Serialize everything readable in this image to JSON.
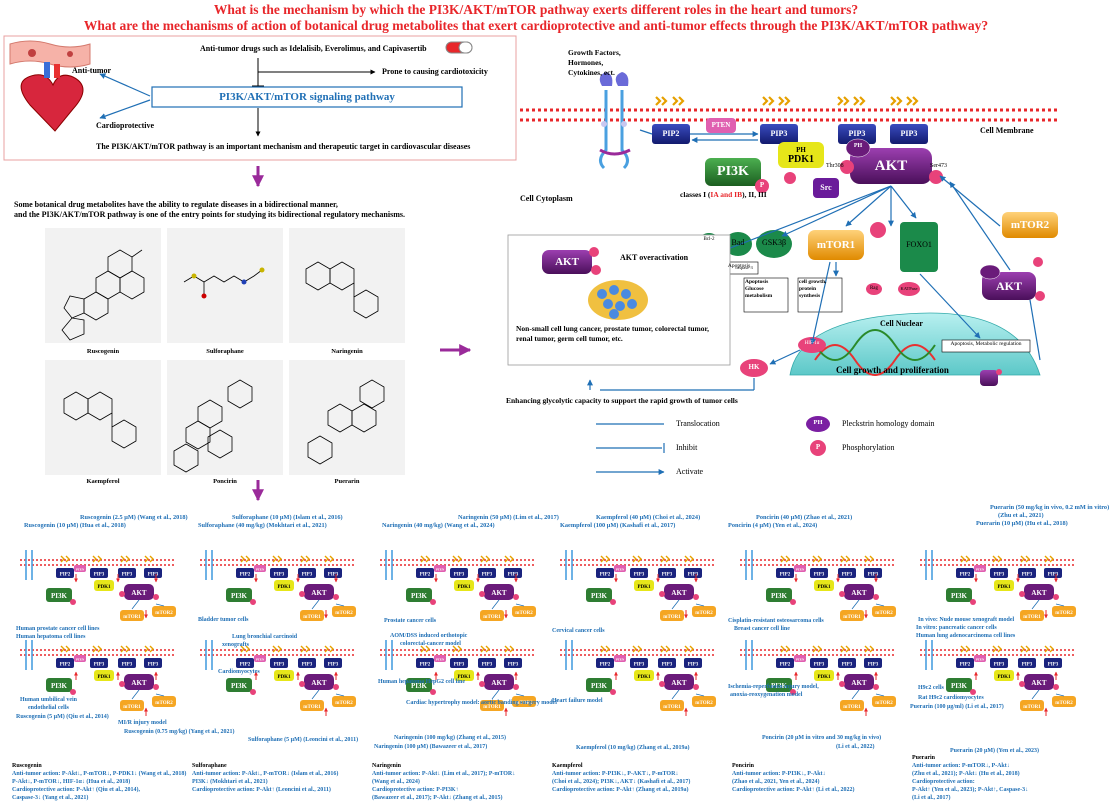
{
  "title": {
    "q1": "What is the mechanism by which the PI3K/AKT/mTOR pathway exerts different roles in the heart and tumors?",
    "q2": "What are the mechanisms of action of botanical drug metabolites that exert cardioprotective and anti-tumor effects through the PI3K/AKT/mTOR pathway?"
  },
  "intro": {
    "drugs": "Anti-tumor drugs such as Idelalisib, Everolimus, and Capivasertib",
    "anti_tumor": "Anti-tumor",
    "cardiotox": "Prone to causing cardiotoxicity",
    "pathway": "PI3K/AKT/mTOR signaling pathway",
    "cardioprotective": "Cardioprotective",
    "summary": "The PI3K/AKT/mTOR pathway is an important mechanism and therapeutic target in cardiovascular diseases"
  },
  "bidirectional": {
    "line1": "Some botanical drug metabolites have the ability to regulate diseases in a bidirectional manner,",
    "line2": "and the PI3K/AKT/mTOR pathway is one of the entry points for studying its bidirectional regulatory mechanisms."
  },
  "molecules": [
    "Ruscogenin",
    "Sulforaphane",
    "Naringenin",
    "Kaempferol",
    "Poncirin",
    "Puerarin"
  ],
  "pathway": {
    "growth": [
      "Growth Factors,",
      "Hormones,",
      "Cytokines, ect."
    ],
    "membrane": "Cell Membrane",
    "cytoplasm": "Cell Cytoplasm",
    "pip2": "PIP2",
    "pip3": "PIP3",
    "pten": "PTEN",
    "pi3k": "PI3K",
    "pdk1": "PDK1",
    "ph": "PH",
    "akt": "AKT",
    "p": "P",
    "src": "Src",
    "thr": "Thr308",
    "ser": "Ser473",
    "classes_a": "classes I (",
    "classes_b": "IA and IB",
    "classes_c": "), II, III",
    "mtor2": "mTOR2",
    "mtor1": "mTOR1",
    "gsk": "GSK3β",
    "bad": "Bad",
    "bcl": "Bcl-2",
    "casp": "caspase-3",
    "foxo": "FOXO1",
    "rag": "Rag",
    "katp": "KATPase",
    "apoptosis": "Apoptosis",
    "apop_glu": [
      "Apoptosis",
      "Glucose",
      "metabolism"
    ],
    "growth_box": [
      "cell growth,",
      "protein",
      "synthesis"
    ],
    "hif": "HIF-1α",
    "hk": "HK",
    "nuclear": "Cell Nuclear",
    "apop_meta": "Apoptosis, Metabolic regulation",
    "proliferation": "Cell growth and proliferation",
    "overact": "AKT overactivation",
    "cancers": "Non-small cell lung cancer, prostate tumor, colorectal tumor, renal tumor, germ cell tumor, etc.",
    "glycolytic": "Enhancing glycolytic capacity  to support the rapid growth of tumor cells"
  },
  "legend": {
    "translocation": "Translocation",
    "inhibit": "Inhibit",
    "activate": "Activate",
    "ph": "Pleckstrin homology domain",
    "p": "Phosphorylation"
  },
  "panels": [
    {
      "name": "Ruscogenin",
      "top": [
        "Ruscogenin (2.5 μM)  (Wang et al., 2018)",
        "Ruscogenin (10 μM)  (Hua et al., 2018)"
      ],
      "labels": [
        "Human prostate cancer cell lines",
        "Human hepatoma cell lines",
        "Human umbilical vein",
        "endothelial cells",
        "Ruscogenin (5 μM)  (Qiu et al., 2014)",
        "MI/R injury model",
        "Ruscogenin (0.75 mg/kg) (Yang et al., 2021)"
      ],
      "summary": [
        "Ruscogenin",
        "Anti-tumor action: P-Akt↓, P-mTOR↓, P-PDK1↓ (Wang et al., 2018)",
        "P-Akt↓, P-mTOR↓, HIF-1α↓ (Hua et al., 2018)",
        "Cardioprotective action: P-Akt↑ (Qiu et al., 2014),",
        "Caspase-3↓ (Yang et al., 2021)"
      ]
    },
    {
      "name": "Sulforaphane",
      "top": [
        "Sulforaphane (10 μM) (Islam et al., 2016)",
        "Sulforaphane (40 mg/kg) (Mokhtari et al., 2021)"
      ],
      "labels": [
        "Bladder tumor cells",
        "Lung bronchial carcinoid",
        "xenografts",
        "Cardiomyocytes",
        "Sulforaphane (5 μM) (Leoncini et al., 2011)"
      ],
      "summary": [
        "Sulforaphane",
        "Anti-tumor action: P-Akt↓, P-mTOR↓ (Islam et al., 2016)",
        "PI3K↓ (Mokhtari et al., 2021)",
        "Cardioprotective action: P-Akt↑ (Leoncini et al., 2011)"
      ]
    },
    {
      "name": "Naringenin",
      "top": [
        "Naringenin (50 μM) (Lim et al., 2017)",
        "Naringenin (40 mg/kg) (Wang et al., 2024)"
      ],
      "labels": [
        "Prostate cancer cells",
        "AOM/DSS  induced orthotopic",
        "colorectal-cancer model",
        "Human hepatoma HepG2 cell line",
        "Cardiac hypertrophy model: aortic banding surgery model",
        "Naringenin (100 mg/kg) (Zhang et al., 2015)",
        "Naringenin (100 μM) (Bawazeer et al., 2017)"
      ],
      "summary": [
        "Naringenin",
        "Anti-tumor action: P-Akt↓ (Lim et al., 2017); P-mTOR↓",
        "(Wang et al., 2024)",
        "Cardioprotective action: P-PI3K↑",
        "(Bawazeer et al., 2017); P-Akt↓ (Zhang et al., 2015)"
      ]
    },
    {
      "name": "Kaempferol",
      "top": [
        "Kaempferol (40 μM) (Choi et al., 2024)",
        "Kaempferol (100 μM) (Kashafi et al., 2017)"
      ],
      "labels": [
        "Cervical cancer cells",
        "Heart failure model",
        "Kaempferol (10 mg/kg) (Zhang et al., 2019a)"
      ],
      "summary": [
        "Kaempferol",
        "Anti-tumor action: P-PI3K↓, P-AKT↓, P-mTOR↓",
        "(Choi et al., 2024); PI3K↓, AKT↓ (Kashafi et al., 2017)",
        "Cardioprotective action: P-Akt↑ (Zhang et al., 2019a)"
      ]
    },
    {
      "name": "Poncirin",
      "top": [
        "Poncirin (40 μM) (Zhao et al., 2021)",
        "Poncirin (4 μM) (Yen et al., 2024)"
      ],
      "labels": [
        "Cisplatin-resistant osteosarcoma cells",
        "Breast cancer cell line",
        "Ischemia-reperfusion injury model,",
        "anoxia-reoxygenation model",
        "Poncirin (20 μM in vitro and 30 mg/kg in vivo)",
        "(Li et al., 2022)"
      ],
      "summary": [
        "Poncirin",
        "Anti-tumor action: P-PI3K↓, P-Akt↓",
        "(Zhao et al., 2021, Yen et al., 2024)",
        "Cardioprotective action: P-Akt↑ (Li et al., 2022)"
      ]
    },
    {
      "name": "Puerarin",
      "top": [
        "Puerarin (50 mg/kg in vivo, 0.2 mM in vitro)",
        "(Zhu et al., 2021)",
        "Puerarin (10 μM) (Hu et al., 2018)"
      ],
      "labels": [
        "In vivo: Nude mouse xenograft model",
        "In vitro: pancreatic cancer cells",
        "Human lung adenocarcinoma cell lines",
        "H9c2 cells",
        "Rat H9c2 cardiomyocytes",
        "Puerarin (100 μg/ml) (Li et al., 2017)",
        "Puerarin (20 μM) (Yen et al., 2023)"
      ],
      "summary": [
        "Puerarin",
        "Anti-tumor action: P-mTOR↓, P-Akt↓",
        "(Zhu et al., 2021); P-Akt↓ (Hu et al., 2018)",
        "Cardioprotective action:",
        "P-Akt↑ (Yen et al., 2023); P-Akt↑, Caspase-3↓",
        "(Li et al., 2017)"
      ]
    }
  ],
  "colors": {
    "question_red": "#e8262a",
    "blue": "#1f6fb5",
    "akt_purple": "#6a1b7a",
    "pi3k_green": "#2e7d32",
    "mtor_orange": "#f5a623",
    "pdk_yellow": "#e6e619",
    "pip_navy": "#1a237e",
    "p_pink": "#e8427a",
    "nucleus": "#7fd6d6"
  }
}
